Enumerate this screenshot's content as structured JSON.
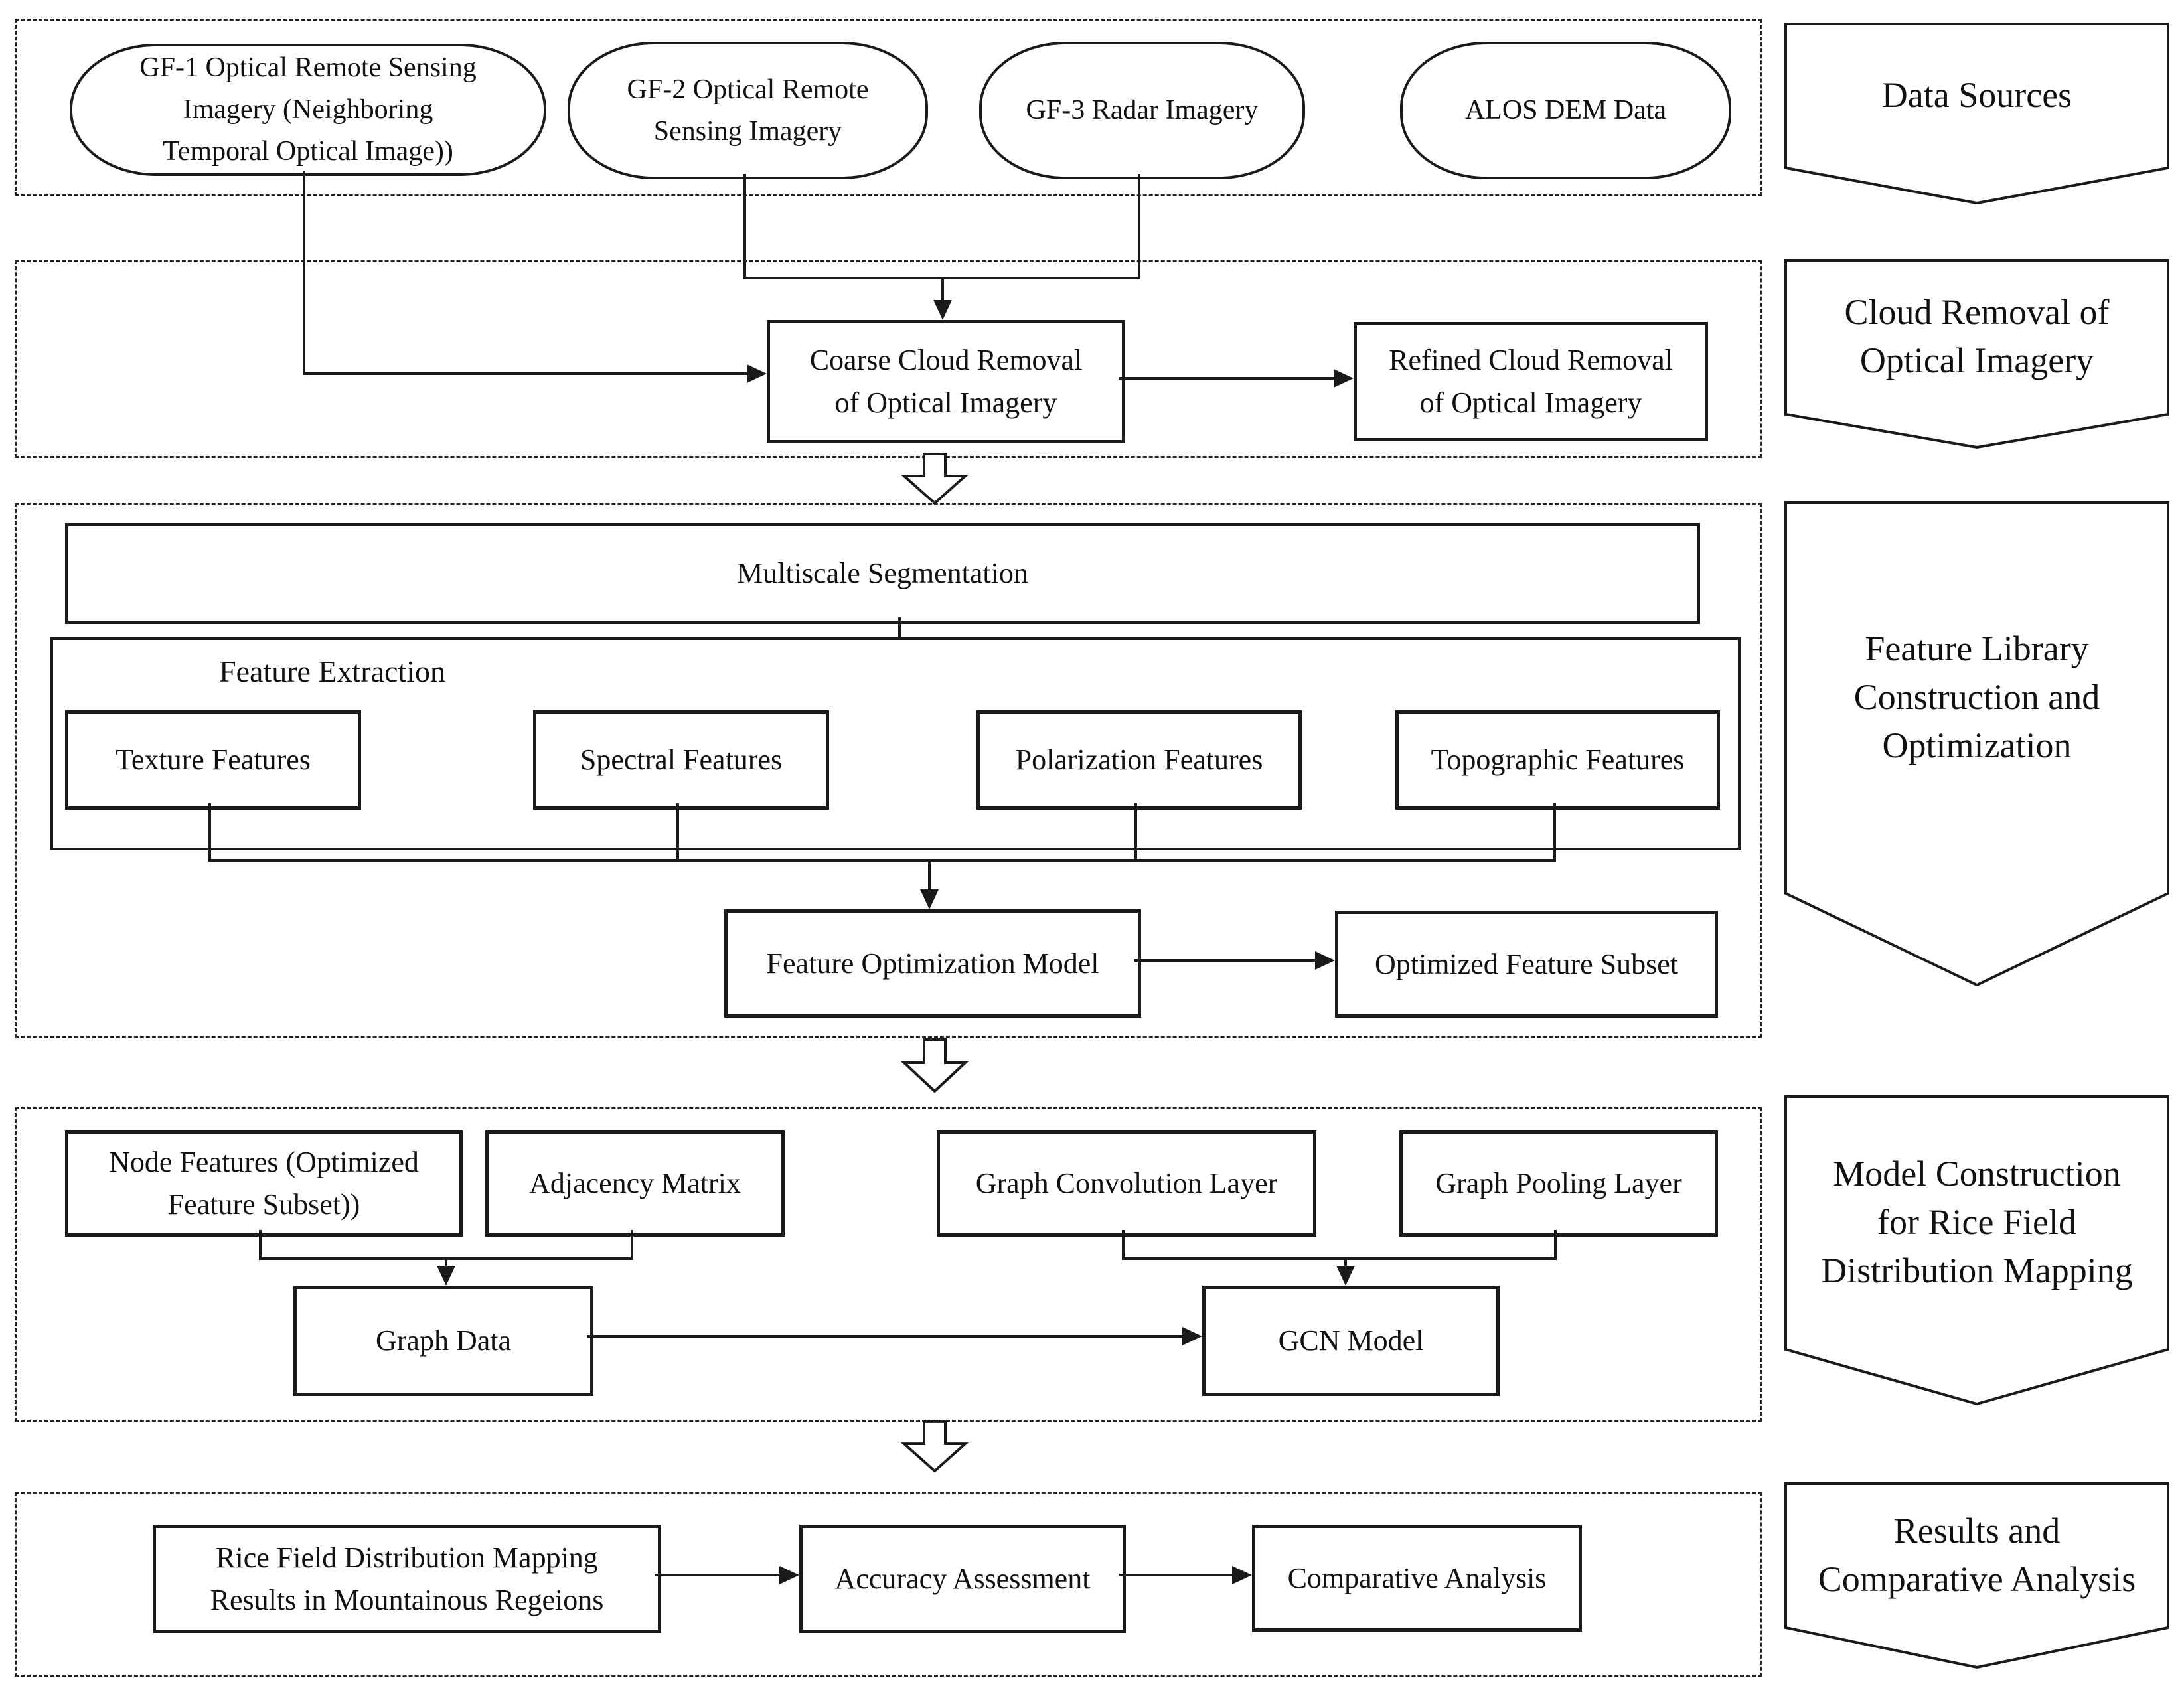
{
  "title": "Rice Field Distribution Mapping Methodology Flowchart",
  "colors": {
    "ink": "#1a1a1a",
    "paper": "#ffffff"
  },
  "banners": {
    "data_sources": "Data Sources",
    "cloud_removal": "Cloud Removal of\nOptical Imagery",
    "feature_library": "Feature Library\nConstruction and\nOptimization",
    "model_construction": "Model Construction\nfor Rice Field\nDistribution Mapping",
    "results": "Results and\nComparative Analysis"
  },
  "nodes": {
    "gf1": "GF-1 Optical Remote Sensing\nImagery (Neighboring\nTemporal Optical Image))",
    "gf2": "GF-2 Optical Remote\nSensing Imagery",
    "gf3": "GF-3 Radar Imagery",
    "alos": "ALOS DEM Data",
    "coarse_cloud_removal": "Coarse Cloud Removal\nof Optical Imagery",
    "refined_cloud_removal": "Refined Cloud Removal\nof Optical Imagery",
    "multiscale_segmentation": "Multiscale Segmentation",
    "feature_extraction": "Feature Extraction",
    "texture_features": "Texture Features",
    "spectral_features": "Spectral Features",
    "polarization_features": "Polarization Features",
    "topographic_features": "Topographic Features",
    "feature_optimization_model": "Feature Optimization Model",
    "optimized_feature_subset": "Optimized Feature Subset",
    "node_features": "Node Features (Optimized\nFeature Subset))",
    "adjacency_matrix": "Adjacency Matrix",
    "graph_convolution_layer": "Graph Convolution Layer",
    "graph_pooling_layer": "Graph Pooling Layer",
    "graph_data": "Graph Data",
    "gcn_model": "GCN Model",
    "rice_field_results": "Rice Field Distribution Mapping\nResults in Mountainous Regeions",
    "accuracy_assessment": "Accuracy Assessment",
    "comparative_analysis": "Comparative Analysis"
  }
}
